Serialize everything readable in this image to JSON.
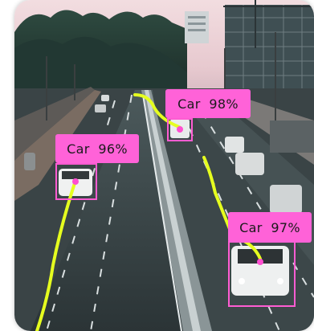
{
  "detections": [
    {
      "label": "Car",
      "confidence": "98%"
    },
    {
      "label": "Car",
      "confidence": "96%"
    },
    {
      "label": "Car",
      "confidence": "97%"
    }
  ],
  "colors": {
    "box": "#ff5cd2",
    "label_bg": "#ff62d8",
    "trajectory": "#e6ff1f"
  }
}
